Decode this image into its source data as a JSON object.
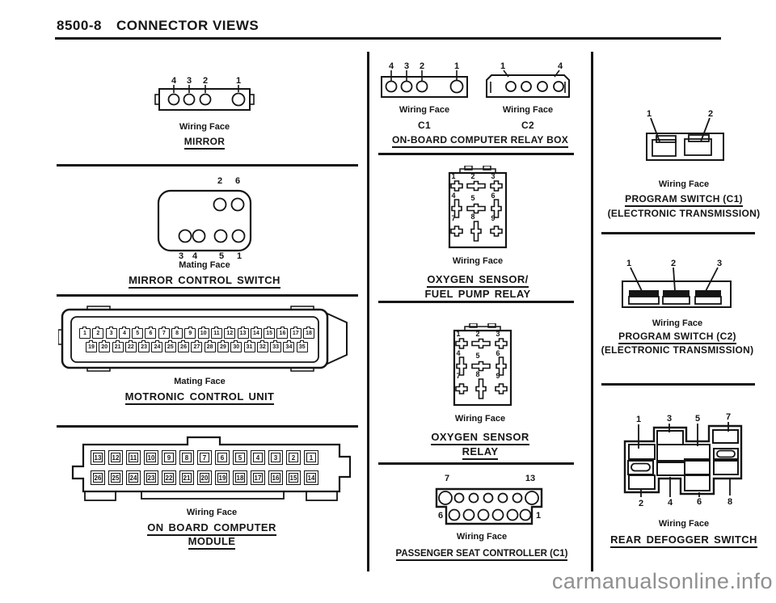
{
  "page": {
    "code": "8500-8",
    "title": "CONNECTOR VIEWS",
    "watermark": "carmanualsonline.info"
  },
  "colors": {
    "ink": "#151515",
    "paper": "#ffffff",
    "watermark": "#8f8f8f"
  },
  "left": {
    "mirror": {
      "pin_labels": [
        "4",
        "3",
        "2",
        "1"
      ],
      "face": "Wiring Face",
      "title": "MIRROR"
    },
    "mirror_switch": {
      "top_labels": [
        "2",
        "6"
      ],
      "bottom_labels": [
        "3",
        "4",
        "5",
        "1"
      ],
      "face": "Mating Face",
      "title": "MIRROR CONTROL SWITCH"
    },
    "motronic": {
      "pins_top": [
        "1",
        "2",
        "3",
        "4",
        "5",
        "6",
        "7",
        "8",
        "9",
        "10",
        "11",
        "12",
        "13",
        "14",
        "15",
        "16",
        "17",
        "18"
      ],
      "pins_bottom": [
        "19",
        "20",
        "21",
        "22",
        "23",
        "24",
        "25",
        "26",
        "27",
        "28",
        "29",
        "30",
        "31",
        "32",
        "33",
        "34",
        "35"
      ],
      "face": "Mating Face",
      "title": "MOTRONIC CONTROL UNIT"
    },
    "obc": {
      "pins_top": [
        "13",
        "12",
        "11",
        "10",
        "9",
        "8",
        "7",
        "6",
        "5",
        "4",
        "3",
        "2",
        "1"
      ],
      "pins_bottom": [
        "26",
        "25",
        "24",
        "23",
        "22",
        "21",
        "20",
        "19",
        "18",
        "17",
        "16",
        "15",
        "14"
      ],
      "face": "Wiring Face",
      "title1": "ON BOARD COMPUTER",
      "title2": "MODULE"
    }
  },
  "middle": {
    "relay_box": {
      "c1_labels": [
        "4",
        "3",
        "2",
        "1"
      ],
      "c2_left": "1",
      "c2_right": "4",
      "c1_face": "Wiring Face",
      "c2_face": "Wiring Face",
      "c1": "C1",
      "c2": "C2",
      "title": "ON-BOARD COMPUTER RELAY BOX"
    },
    "o2_fuel": {
      "pins": [
        "1",
        "2",
        "3",
        "4",
        "5",
        "6",
        "7",
        "8",
        "9"
      ],
      "face": "Wiring Face",
      "title1": "OXYGEN SENSOR/",
      "title2": "FUEL PUMP RELAY"
    },
    "o2": {
      "pins": [
        "1",
        "2",
        "3",
        "4",
        "5",
        "6",
        "7",
        "8",
        "9"
      ],
      "face": "Wiring Face",
      "title1": "OXYGEN SENSOR",
      "title2": "RELAY"
    },
    "seat": {
      "top_left": "7",
      "top_right": "13",
      "bottom_left": "6",
      "bottom_right": "1",
      "face": "Wiring Face",
      "title": "PASSENGER SEAT CONTROLLER (C1)"
    }
  },
  "right": {
    "ps_c1": {
      "labels": [
        "1",
        "2"
      ],
      "face": "Wiring Face",
      "title": "PROGRAM SWITCH (C1)",
      "subtitle": "(ELECTRONIC TRANSMISSION)"
    },
    "ps_c2": {
      "labels": [
        "1",
        "2",
        "3"
      ],
      "face": "Wiring Face",
      "title": "PROGRAM SWITCH (C2)",
      "subtitle": "(ELECTRONIC TRANSMISSION)"
    },
    "defogger": {
      "top_labels": [
        "1",
        "3",
        "5",
        "7"
      ],
      "bottom_labels": [
        "2",
        "4",
        "6",
        "8"
      ],
      "face": "Wiring Face",
      "title": "REAR DEFOGGER SWITCH"
    }
  }
}
